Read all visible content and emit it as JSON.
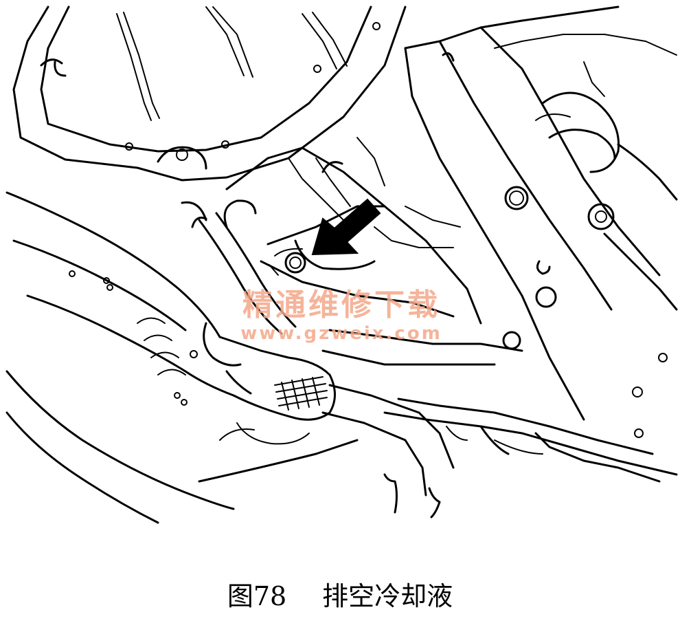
{
  "figure": {
    "number_label": "图78",
    "title": "排空冷却液"
  },
  "watermark": {
    "site_name": "精通维修下载",
    "url": "www.gzweix.com",
    "color": "#f4a889"
  },
  "illustration": {
    "callout_icon": "arrow-icon",
    "subject": "drain-plug-icon"
  }
}
